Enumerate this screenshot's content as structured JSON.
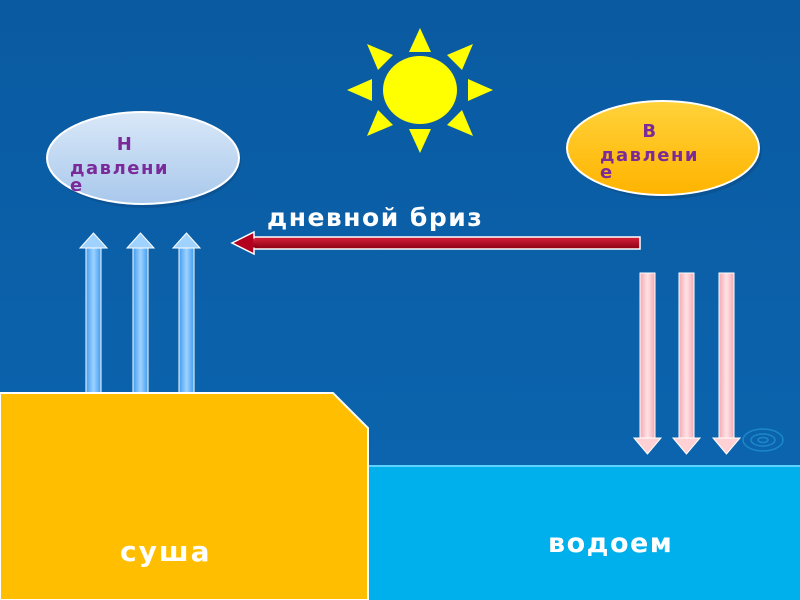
{
  "low_pressure": {
    "line1": "Н",
    "line2": "давлени",
    "line3": "е"
  },
  "high_pressure": {
    "line1": "В",
    "line2": "давлени",
    "line3": "е"
  },
  "breeze_label": "дневной бриз",
  "land_label": "суша",
  "water_label": "водоем",
  "colors": {
    "sky": "#0b5fa6",
    "land": "#ffbf00",
    "water": "#00b0ec",
    "sun": "#ffff00",
    "low_ellipse": "#bcd6f2",
    "high_ellipse": "#ffc000",
    "breeze_arrow": "#b3001e",
    "rising_arrow": "#68b8ff",
    "sinking_arrow": "#ffd0d4",
    "label_text": "#7b2a9a"
  },
  "icons": {
    "sun": "sun-icon",
    "ripple": "water-ripple-icon"
  }
}
